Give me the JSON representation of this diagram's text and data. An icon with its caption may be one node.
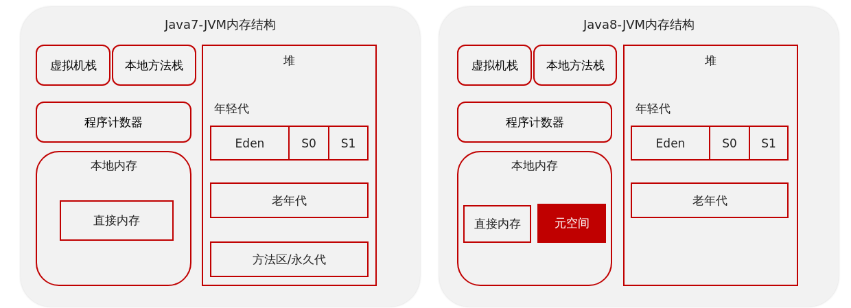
{
  "diagram": {
    "nodes": [
      {
        "text": [
          "Java7-JVM内存结构"
        ]
      },
      {
        "text": [
          "虚拟机栈"
        ],
        "in": 0
      },
      {
        "text": [
          "本地方法栈"
        ],
        "in": 0
      },
      {
        "text": [
          "程序计数器"
        ],
        "in": 0
      },
      {
        "text": [
          "本地内存"
        ],
        "in": 0
      },
      {
        "text": [
          "直接内存"
        ],
        "in": 4
      },
      {
        "text": [
          "堆",
          "年轻代"
        ],
        "in": 0
      },
      {
        "text": [
          "Eden"
        ],
        "in": 6
      },
      {
        "text": [
          "S0"
        ],
        "in": 6
      },
      {
        "text": [
          "S1"
        ],
        "in": 6
      },
      {
        "text": [
          "老年代"
        ],
        "in": 6
      },
      {
        "text": [
          "方法区/永久代"
        ],
        "in": 6
      },
      {
        "text": [
          "Java8-JVM内存结构"
        ]
      },
      {
        "text": [
          "虚拟机栈"
        ],
        "in": 12
      },
      {
        "text": [
          "本地方法栈"
        ],
        "in": 12
      },
      {
        "text": [
          "程序计数器"
        ],
        "in": 12
      },
      {
        "text": [
          "本地内存"
        ],
        "in": 12
      },
      {
        "text": [
          "直接内存"
        ],
        "in": 16
      },
      {
        "text": [
          "元空间"
        ],
        "in": 16
      },
      {
        "text": [
          "堆",
          "年轻代"
        ],
        "in": 12
      },
      {
        "text": [
          "Eden"
        ],
        "in": 19
      },
      {
        "text": [
          "S0"
        ],
        "in": 19
      },
      {
        "text": [
          "S1"
        ],
        "in": 19
      },
      {
        "text": [
          "老年代"
        ],
        "in": 19
      }
    ]
  }
}
